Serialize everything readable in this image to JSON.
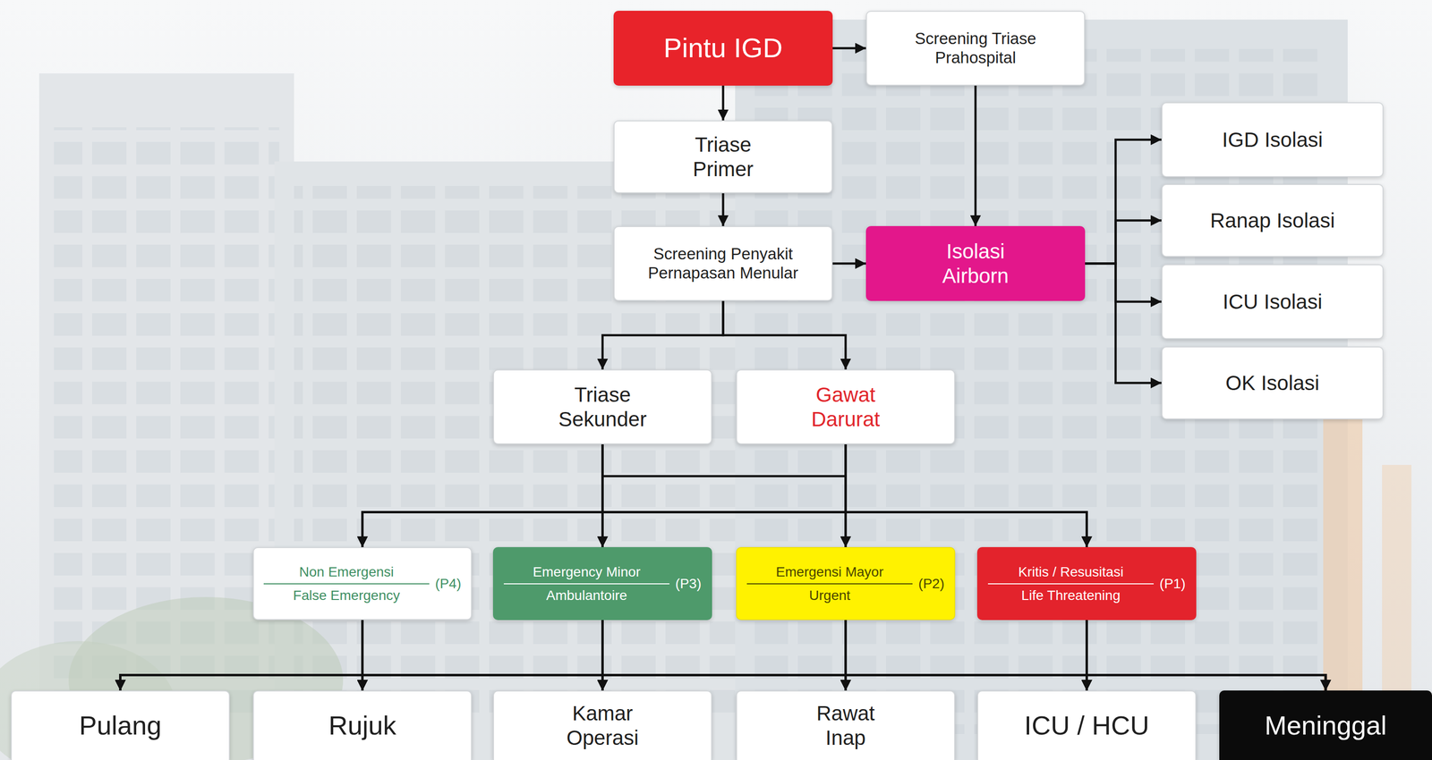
{
  "diagram": {
    "nodes": [
      {
        "text": [
          "Pintu IGD"
        ]
      },
      {
        "text": [
          "Screening Triase Prahospital"
        ]
      },
      {
        "text": [
          "Triase Primer"
        ]
      },
      {
        "text": [
          "IGD Isolasi"
        ]
      },
      {
        "text": [
          "Ranap Isolasi"
        ]
      },
      {
        "text": [
          "Screening Penyakit Pernapasan Menular"
        ]
      },
      {
        "text": [
          "Isolasi Airborn"
        ]
      },
      {
        "text": [
          "ICU Isolasi"
        ]
      },
      {
        "text": [
          "OK Isolasi"
        ]
      },
      {
        "text": [
          "Triase Sekunder"
        ]
      },
      {
        "text": [
          "Gawat Darurat"
        ]
      },
      {
        "text": [
          "Non Emergensi",
          "False Emergency",
          "(P4)"
        ]
      },
      {
        "text": [
          "Emergency Minor",
          "Ambulantoire",
          "(P3)"
        ]
      },
      {
        "text": [
          "Emergensi Mayor",
          "Urgent",
          "(P2)"
        ]
      },
      {
        "text": [
          "Kritis / Resusitasi",
          "Life Threatening",
          "(P1)"
        ]
      },
      {
        "text": [
          "Pulang"
        ]
      },
      {
        "text": [
          "Rujuk"
        ]
      },
      {
        "text": [
          "Kamar Operasi"
        ]
      },
      {
        "text": [
          "Rawat Inap"
        ]
      },
      {
        "text": [
          "ICU / HCU"
        ]
      },
      {
        "text": [
          "Meninggal"
        ]
      }
    ],
    "edges": [
      {
        "from": 0,
        "to": 1,
        "arrow": "to"
      },
      {
        "from": 0,
        "to": 2,
        "arrow": "to"
      },
      {
        "from": 1,
        "to": 6,
        "arrow": "to"
      },
      {
        "from": 2,
        "to": 5,
        "arrow": "to"
      },
      {
        "from": 5,
        "to": 6,
        "arrow": "to"
      },
      {
        "from": 6,
        "to": 3,
        "arrow": "to"
      },
      {
        "from": 6,
        "to": 4,
        "arrow": "to"
      },
      {
        "from": 6,
        "to": 7,
        "arrow": "to"
      },
      {
        "from": 6,
        "to": 8,
        "arrow": "to"
      },
      {
        "from": 5,
        "to": 9,
        "arrow": "to"
      },
      {
        "from": 5,
        "to": 10,
        "arrow": "to"
      },
      {
        "from": 9,
        "to": 11,
        "arrow": "to"
      },
      {
        "from": 9,
        "to": 12,
        "arrow": "to"
      },
      {
        "from": 9,
        "to": 13,
        "arrow": "to"
      },
      {
        "from": 9,
        "to": 14,
        "arrow": "to"
      },
      {
        "from": 10,
        "to": 11,
        "arrow": "to"
      },
      {
        "from": 10,
        "to": 12,
        "arrow": "to"
      },
      {
        "from": 10,
        "to": 13,
        "arrow": "to"
      },
      {
        "from": 10,
        "to": 14,
        "arrow": "to"
      },
      {
        "from": 11,
        "to": 15,
        "arrow": "to"
      },
      {
        "from": 11,
        "to": 16,
        "arrow": "to"
      },
      {
        "from": 11,
        "to": 17,
        "arrow": "to"
      },
      {
        "from": 11,
        "to": 18,
        "arrow": "to"
      },
      {
        "from": 11,
        "to": 19,
        "arrow": "to"
      },
      {
        "from": 11,
        "to": 20,
        "arrow": "to"
      },
      {
        "from": 12,
        "to": 15,
        "arrow": "to"
      },
      {
        "from": 12,
        "to": 16,
        "arrow": "to"
      },
      {
        "from": 12,
        "to": 17,
        "arrow": "to"
      },
      {
        "from": 12,
        "to": 18,
        "arrow": "to"
      },
      {
        "from": 12,
        "to": 19,
        "arrow": "to"
      },
      {
        "from": 12,
        "to": 20,
        "arrow": "to"
      },
      {
        "from": 13,
        "to": 15,
        "arrow": "to"
      },
      {
        "from": 13,
        "to": 16,
        "arrow": "to"
      },
      {
        "from": 13,
        "to": 17,
        "arrow": "to"
      },
      {
        "from": 13,
        "to": 18,
        "arrow": "to"
      },
      {
        "from": 13,
        "to": 19,
        "arrow": "to"
      },
      {
        "from": 13,
        "to": 20,
        "arrow": "to"
      },
      {
        "from": 14,
        "to": 15,
        "arrow": "to"
      },
      {
        "from": 14,
        "to": 16,
        "arrow": "to"
      },
      {
        "from": 14,
        "to": 17,
        "arrow": "to"
      },
      {
        "from": 14,
        "to": 18,
        "arrow": "to"
      },
      {
        "from": 14,
        "to": 19,
        "arrow": "to"
      },
      {
        "from": 14,
        "to": 20,
        "arrow": "to"
      }
    ]
  }
}
